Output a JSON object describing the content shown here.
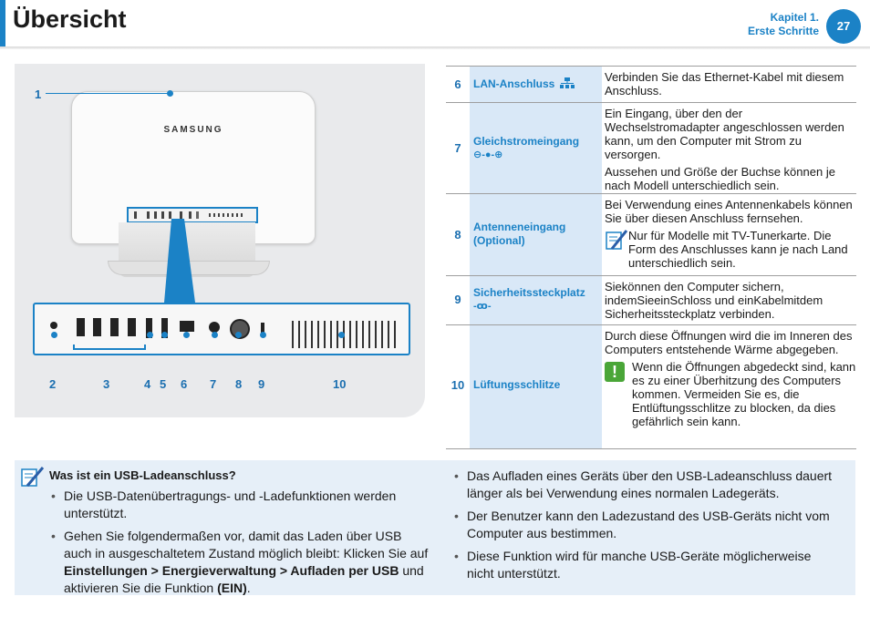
{
  "header": {
    "title": "Übersicht",
    "chapter_line1": "Kapitel 1.",
    "chapter_line2": "Erste Schritte",
    "page_number": "27"
  },
  "figure": {
    "brand": "SAMSUNG",
    "callouts": [
      "1",
      "2",
      "3",
      "4",
      "5",
      "6",
      "7",
      "8",
      "9",
      "10"
    ]
  },
  "table": {
    "rows": [
      {
        "num": "6",
        "name": "LAN-Anschluss",
        "icon": "lan-icon",
        "desc": [
          "Verbinden Sie das Ethernet-Kabel mit diesem Anschluss."
        ]
      },
      {
        "num": "7",
        "name": "Gleichstromeingang",
        "icon": "dc-input-symbol",
        "symbol": "⊖-●-⊕",
        "desc": [
          "Ein Eingang, über den der Wechselstromadapter angeschlossen werden kann, um den Computer mit Strom zu versorgen.",
          "Aussehen und Größe der Buchse können je nach Modell unterschiedlich sein."
        ]
      },
      {
        "num": "8",
        "name": "Antenneneingang (Optional)",
        "icon": "",
        "desc": [
          "Bei Verwendung eines Antennenkabels können Sie über diesen Anschluss fernsehen."
        ],
        "note": "Nur für Modelle mit TV-Tunerkarte. Die Form des Anschlusses kann je nach Land unterschiedlich sein."
      },
      {
        "num": "9",
        "name": "Sicherheitssteckplatz",
        "icon": "security-lock-symbol",
        "symbol": "-ꝏ-",
        "desc": [
          "Siekönnen den Computer sichern, indemSieeinSchloss und einKabelmitdem Sicherheitssteckplatz verbinden."
        ]
      },
      {
        "num": "10",
        "name": "Lüftungsschlitze",
        "icon": "",
        "desc": [
          "Durch diese Öffnungen wird die im Inneren des Computers entstehende Wärme abgegeben."
        ],
        "warning": "Wenn die Öffnungen abgedeckt sind, kann es zu einer Überhitzung des Computers kommen. Vermeiden Sie es, die Entlüftungsschlitze zu blocken, da dies gefährlich sein kann."
      }
    ]
  },
  "usb_note": {
    "title": "Was ist ein USB-Ladeanschluss?",
    "left_items": [
      "Die USB-Datenübertragungs- und -Ladefunktionen werden unterstützt.",
      {
        "before": "Gehen Sie folgendermaßen vor, damit das Laden über USB auch in ausgeschaltetem Zustand möglich bleibt: Klicken Sie auf ",
        "bold": "Einstellungen > Energieverwaltung > Aufladen per USB",
        "middle": " und aktivieren Sie die Funktion ",
        "bold2": "(EIN)",
        "after": "."
      }
    ],
    "right_items": [
      "Das Aufladen eines Geräts über den USB-Ladeanschluss dauert länger als bei Verwendung eines normalen Ladegeräts.",
      "Der Benutzer kann den Ladezustand des USB-Geräts nicht vom Computer aus bestimmen.",
      "Diese Funktion wird für manche USB-Geräte möglicherweise nicht unterstützt."
    ]
  }
}
